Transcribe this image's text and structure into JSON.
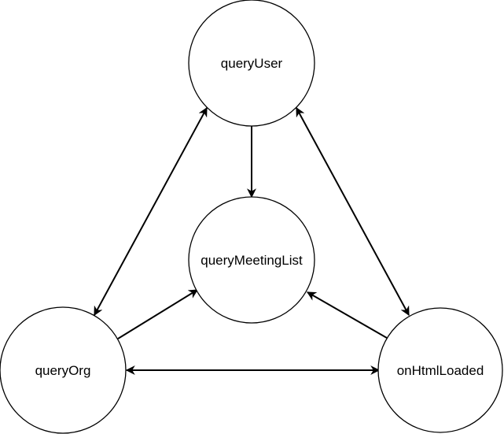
{
  "nodes": {
    "query_user": "queryUser",
    "query_meeting_list": "queryMeetingList",
    "query_org": "queryOrg",
    "on_html_loaded": "onHtmlLoaded"
  },
  "edges": [
    {
      "from": "queryUser",
      "to": "queryMeetingList",
      "direction": "forward"
    },
    {
      "from": "queryOrg",
      "to": "queryMeetingList",
      "direction": "forward"
    },
    {
      "from": "onHtmlLoaded",
      "to": "queryMeetingList",
      "direction": "forward"
    },
    {
      "from": "queryUser",
      "to": "queryOrg",
      "direction": "both"
    },
    {
      "from": "queryUser",
      "to": "onHtmlLoaded",
      "direction": "both"
    },
    {
      "from": "queryOrg",
      "to": "onHtmlLoaded",
      "direction": "both"
    }
  ],
  "colors": {
    "stroke": "#000000",
    "fill": "#ffffff"
  }
}
